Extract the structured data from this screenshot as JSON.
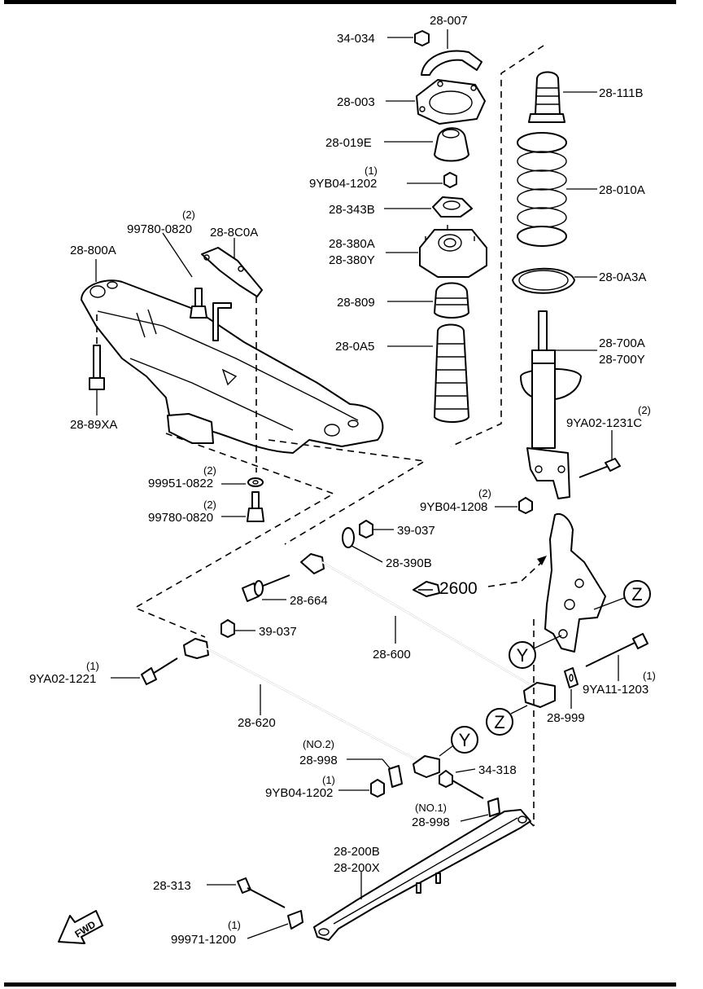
{
  "labels": {
    "p34_034": "34-034",
    "p28_007": "28-007",
    "p28_003": "28-003",
    "p28_019E": "28-019E",
    "p9YB04_1202_top": "9YB04-1202",
    "p9YB04_1202_top_qty": "(1)",
    "p28_343B": "28-343B",
    "p28_380A": "28-380A",
    "p28_380Y": "28-380Y",
    "p28_809": "28-809",
    "p28_0A5": "28-0A5",
    "p28_111B": "28-111B",
    "p28_010A": "28-010A",
    "p28_0A3A": "28-0A3A",
    "p28_700A": "28-700A",
    "p28_700Y": "28-700Y",
    "p9YA02_1231C": "9YA02-1231C",
    "p9YA02_1231C_qty": "(2)",
    "p9YB04_1208": "9YB04-1208",
    "p9YB04_1208_qty": "(2)",
    "p99780_0820_a": "99780-0820",
    "p99780_0820_a_qty": "(2)",
    "p28_8C0A": "28-8C0A",
    "p28_800A": "28-800A",
    "p28_89XA": "28-89XA",
    "p99951_0822": "99951-0822",
    "p99951_0822_qty": "(2)",
    "p99780_0820_b": "99780-0820",
    "p99780_0820_b_qty": "(2)",
    "p39_037_a": "39-037",
    "p28_390B": "28-390B",
    "p2600": "2600",
    "p28_664": "28-664",
    "p39_037_b": "39-037",
    "p28_600": "28-600",
    "p9YA02_1221": "9YA02-1221",
    "p9YA02_1221_qty": "(1)",
    "p28_620": "28-620",
    "p9YA11_1203": "9YA11-1203",
    "p9YA11_1203_qty": "(1)",
    "p28_999": "28-999",
    "p28_998_no2": "28-998",
    "p28_998_no2_note": "(NO.2)",
    "p9YB04_1202_low": "9YB04-1202",
    "p9YB04_1202_low_qty": "(1)",
    "p34_318": "34-318",
    "p28_998_no1": "28-998",
    "p28_998_no1_note": "(NO.1)",
    "p28_200B": "28-200B",
    "p28_200X": "28-200X",
    "p28_313": "28-313",
    "p99971_1200": "99971-1200",
    "p99971_1200_qty": "(1)"
  },
  "markers": {
    "z_top": "Z",
    "y_mid": "Y",
    "z_mid": "Z",
    "y_low": "Y"
  },
  "fwd_label": "FWD",
  "colors": {
    "line": "#000000",
    "background": "#ffffff"
  }
}
